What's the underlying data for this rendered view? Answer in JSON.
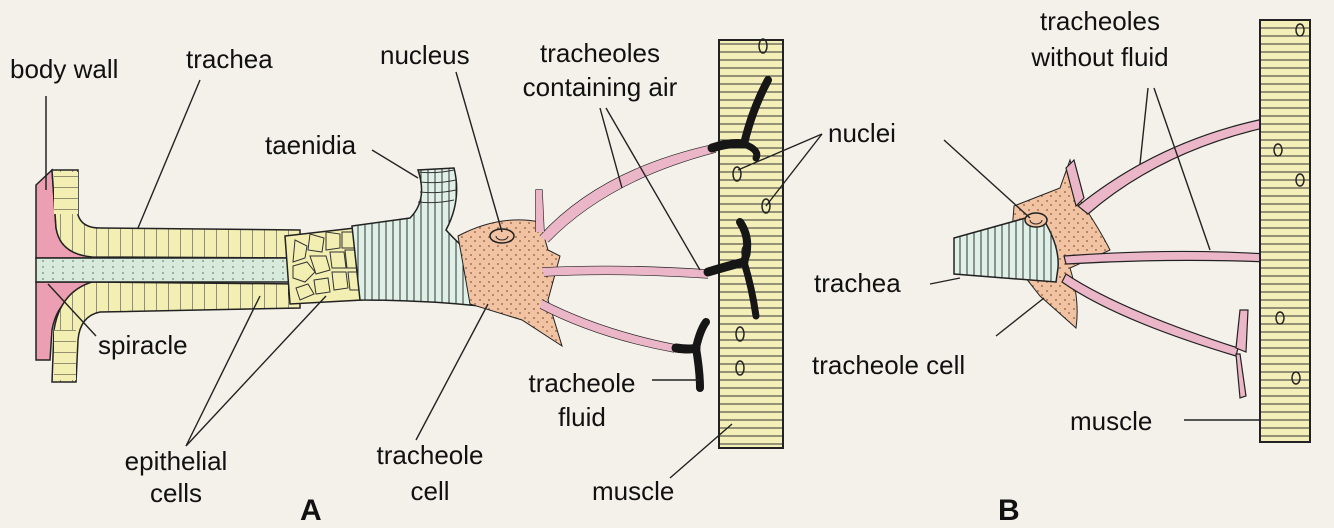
{
  "labels": {
    "body_wall": "body wall",
    "trachea_a": "trachea",
    "nucleus": "nucleus",
    "tracheoles_containing_air_1": "tracheoles",
    "tracheoles_containing_air_2": "containing air",
    "taenidia": "taenidia",
    "nuclei": "nuclei",
    "spiracle": "spiracle",
    "epithelial_1": "epithelial",
    "epithelial_2": "cells",
    "tracheole_cell_a_1": "tracheole",
    "tracheole_cell_a_2": "cell",
    "tracheole_fluid_1": "tracheole",
    "tracheole_fluid_2": "fluid",
    "muscle_a": "muscle",
    "tracheoles_without_fluid_1": "tracheoles",
    "tracheoles_without_fluid_2": "without fluid",
    "trachea_b": "trachea",
    "tracheole_cell_b": "tracheole cell",
    "muscle_b": "muscle"
  },
  "panels": {
    "a": "A",
    "b": "B"
  },
  "colors": {
    "background": "#f4f1ea",
    "body_wall_pink": "#ec9fb2",
    "epithelium_yellow": "#f3eeb2",
    "spiracle_green": "#d7eadb",
    "trachea_green": "#dff0e6",
    "tracheole_cell_peach": "#f2c3a3",
    "tracheole_pink": "#eab6c8",
    "muscle_yellow": "#f4efb8",
    "fluid_black": "#161616",
    "line": "#222222"
  }
}
